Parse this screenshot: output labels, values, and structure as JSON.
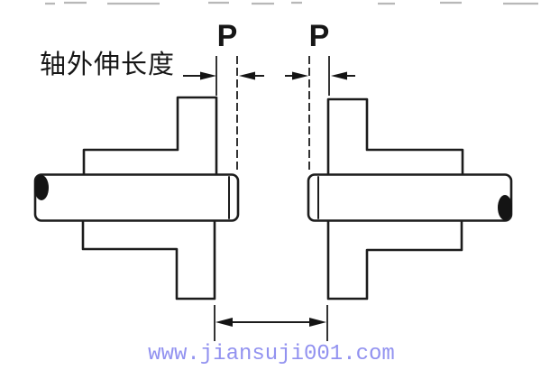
{
  "page": {
    "background": "#ffffff"
  },
  "diagram": {
    "shaft_extension_label": "轴外伸长度",
    "dimension_p_left": "P",
    "dimension_p_right": "P"
  },
  "watermark": {
    "text": "www.jiansuji001.com",
    "color": "#9292f0"
  },
  "colors": {
    "line": "#1c1c1c",
    "blob": "#141414",
    "artifact_gray": "#b8b8b8"
  }
}
